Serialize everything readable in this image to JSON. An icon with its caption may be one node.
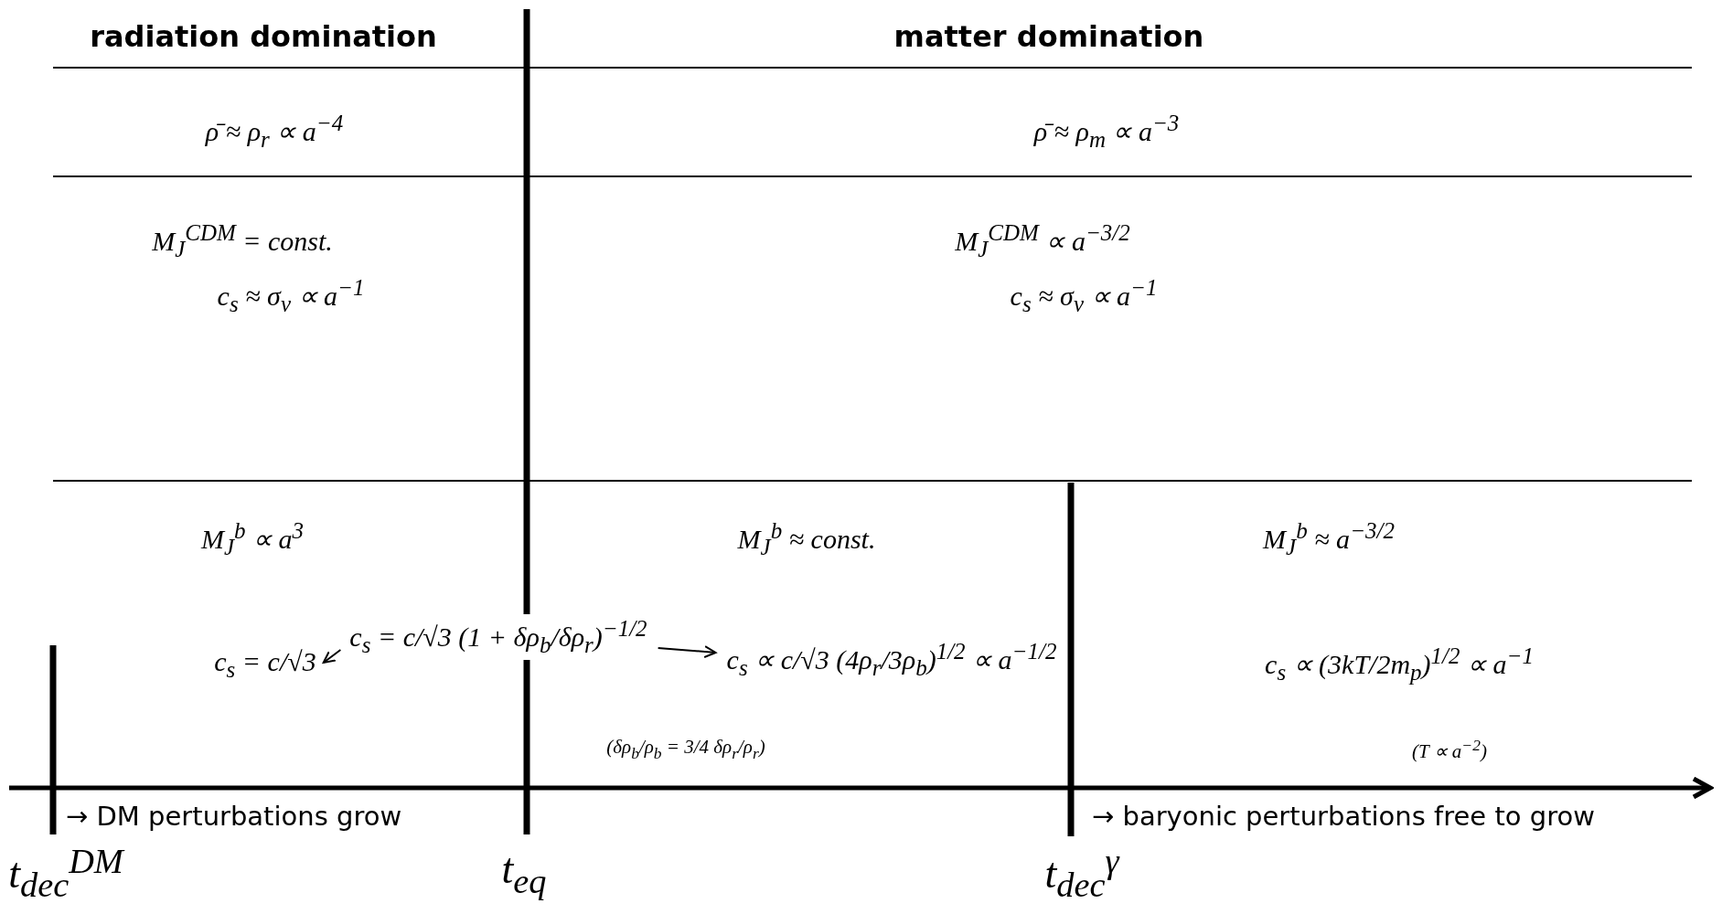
{
  "diagram": {
    "nodes": [
      {
        "text": [
          "c$_{s}$ = c/√3"
        ]
      },
      {
        "text": [
          "c$_{s}$ = c/√3 (1 + δρ$_{b}$/δρ$_{r}$)$^{−1/2}$"
        ]
      },
      {
        "text": [
          "c$_{s}$ ∝ c/√3 (4ρ$_{r}$/3ρ$_{b}$)$^{1/2}$ ∝ a$^{−1/2}$"
        ]
      }
    ],
    "edges": [
      {
        "from": 1,
        "to": 0,
        "arrow": "to"
      },
      {
        "from": 1,
        "to": 2,
        "arrow": "to"
      }
    ],
    "labels": [
      "radiation domination",
      "matter domination",
      "ρ̄ ≈ ρ$_{r}$ ∝ a$^{−4}$",
      "ρ̄ ≈ ρ$_{m}$ ∝ a$^{−3}$",
      "M$_{J}$$^{CDM}$ = const.",
      "M$_{J}$$^{CDM}$ ∝ a$^{−3/2}$",
      "c$_{s}$ ≈ σ$_{v}$ ∝ a$^{−1}$",
      "c$_{s}$ ≈ σ$_{v}$ ∝ a$^{−1}$",
      "M$_{J}$$^{b}$ ∝ a$^{3}$",
      "M$_{J}$$^{b}$ ≈ const.",
      "M$_{J}$$^{b}$ ≈ a$^{−3/2}$",
      "c$_{s}$ ∝ (3kT/2m$_{p}$)$^{1/2}$ ∝ a$^{−1}$",
      "(δρ$_{b}$/ρ$_{b}$ = 3/4 δρ$_{r}$/ρ$_{r}$)",
      "(T ∝ a$^{−2}$)",
      "→ DM perturbations grow",
      "→ baryonic perturbations free to grow",
      "t$_{dec}$$^{DM}$",
      "t$_{eq}$",
      "t$_{dec}$$^{γ}$"
    ]
  }
}
